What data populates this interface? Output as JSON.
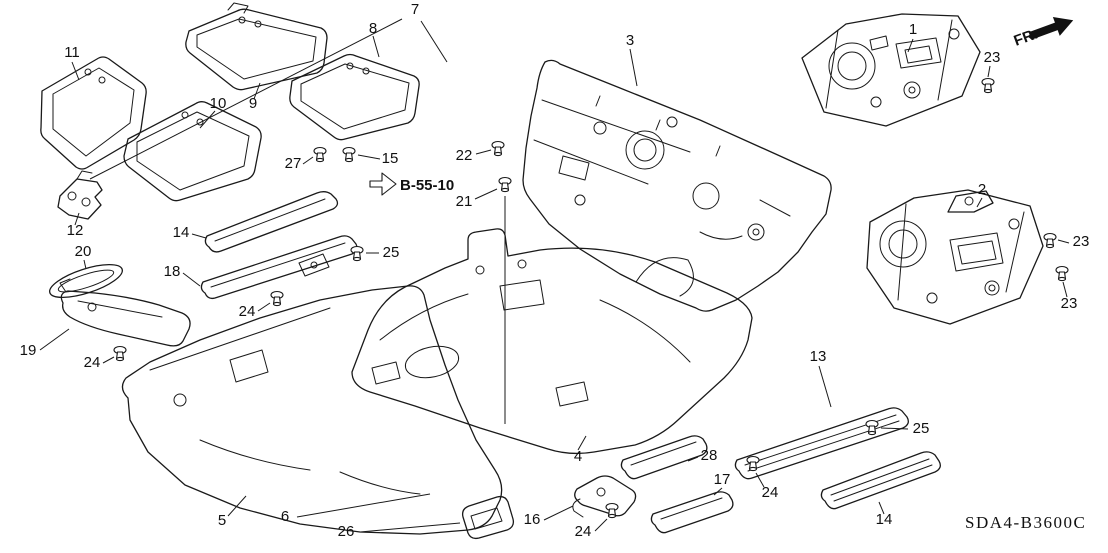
{
  "diagram": {
    "code": "SDA4-B3600C",
    "fr_label": "FR.",
    "reference": "B-55-10",
    "ink_color": "#1a1a1a",
    "background_color": "#ffffff",
    "callouts": {
      "c1": "1",
      "c2": "2",
      "c3": "3",
      "c4": "4",
      "c5": "5",
      "c6": "6",
      "c7": "7",
      "c8": "8",
      "c9": "9",
      "c10": "10",
      "c11": "11",
      "c12": "12",
      "c13": "13",
      "c14": "14",
      "c15": "15",
      "c16": "16",
      "c17": "17",
      "c18": "18",
      "c19": "19",
      "c20": "20",
      "c21": "21",
      "c22": "22",
      "c23": "23",
      "c24": "24",
      "c25": "25",
      "c26": "26",
      "c27": "27",
      "c28": "28"
    }
  }
}
